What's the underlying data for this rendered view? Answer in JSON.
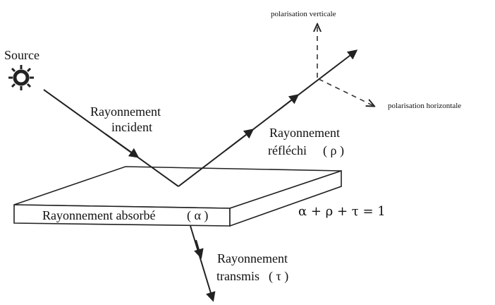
{
  "labels": {
    "source": "Source",
    "incident_line1": "Rayonnement",
    "incident_line2": "incident",
    "reflected_line1": "Rayonnement",
    "reflected_line2": "réfléchi",
    "reflected_symbol": "( ρ )",
    "absorbed": "Rayonnement absorbé",
    "absorbed_symbol": "( α )",
    "transmitted_line1": "Rayonnement",
    "transmitted_line2": "transmis",
    "transmitted_symbol": "( τ )",
    "pol_vertical": "polarisation verticale",
    "pol_horizontal": "polarisation horizontale",
    "equation": "α + ρ + τ = 1"
  },
  "icons": {
    "source": "sun-icon"
  },
  "colors": {
    "ink": "#222222",
    "background": "#ffffff"
  }
}
